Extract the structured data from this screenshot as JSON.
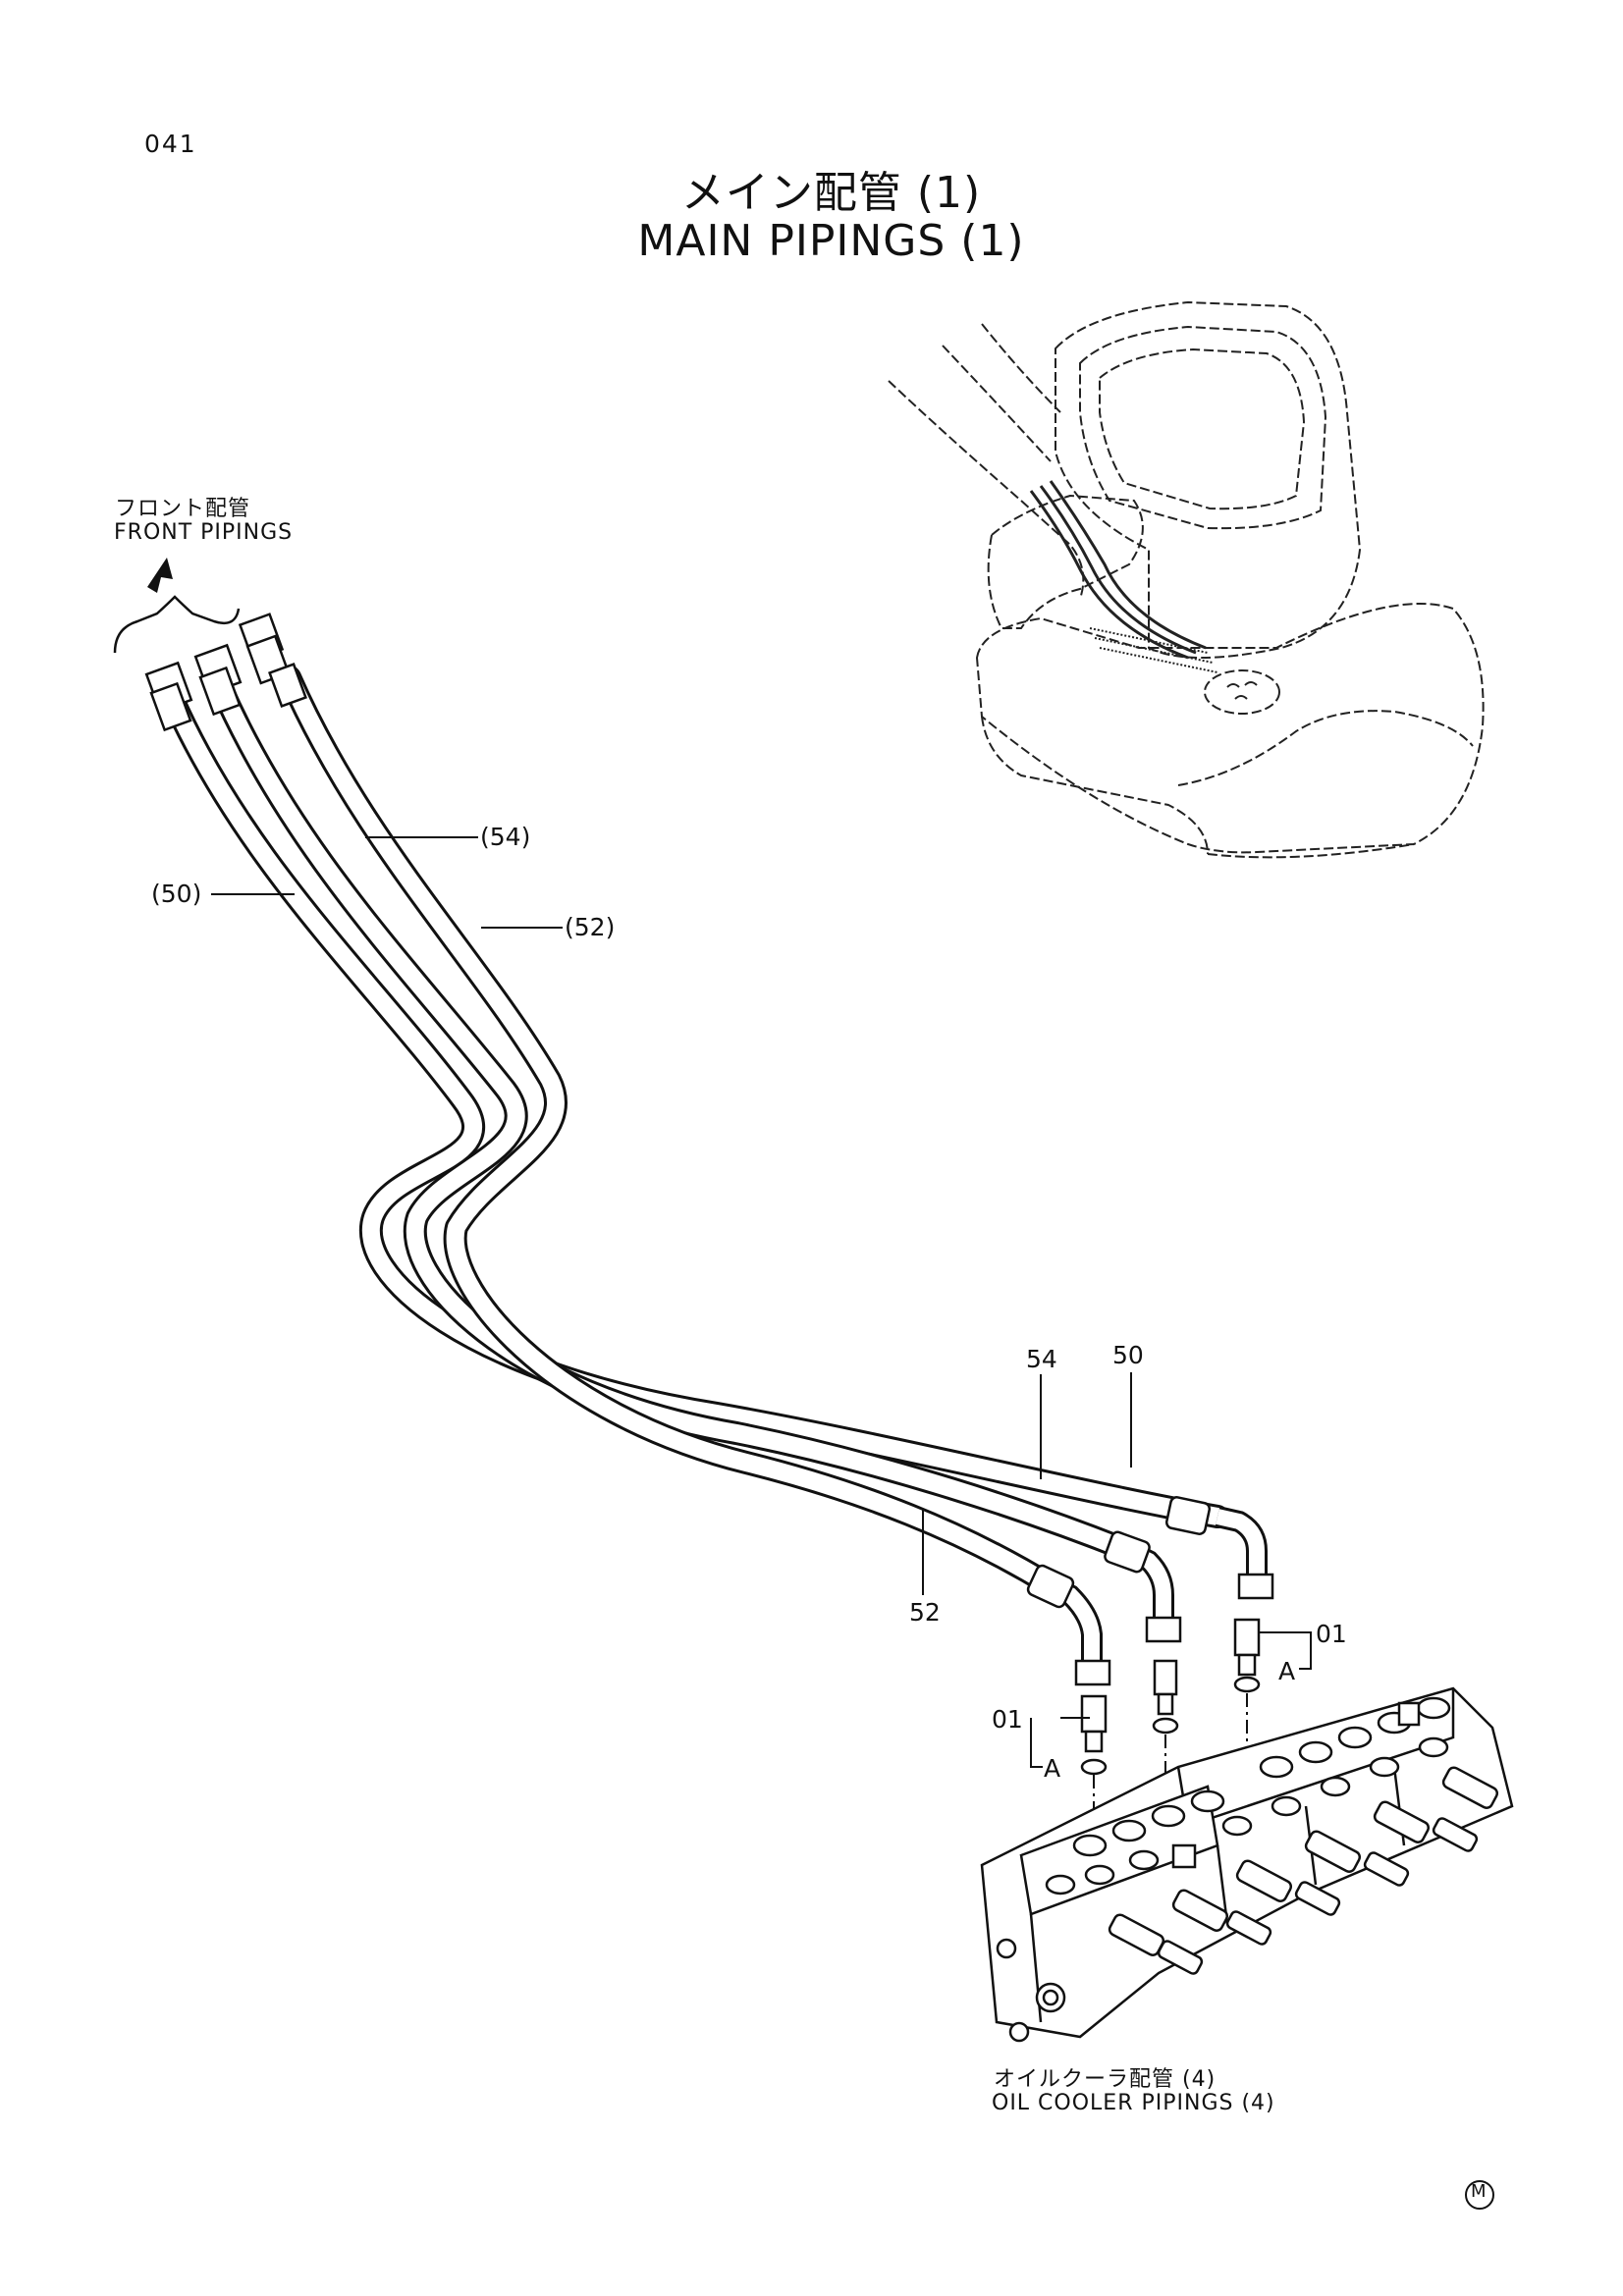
{
  "page_number": "041",
  "title_ja": "メイン配管 (1)",
  "title_en": "MAIN PIPINGS (1)",
  "front_pipings": {
    "ja": "フロント配管",
    "en": "FRONT PIPINGS"
  },
  "oil_cooler_pipings": {
    "ja": "オイルクーラ配管 (4)",
    "en": "OIL COOLER PIPINGS (4)"
  },
  "callouts": {
    "hose_54": "(54)",
    "hose_50": "(50)",
    "hose_52": "(52)",
    "part_54": "54",
    "part_50": "50",
    "part_52": "52",
    "fitting_01_right": "01",
    "fitting_01_left": "01",
    "detail_a_right": "A",
    "detail_a_left": "A"
  },
  "mark": "M"
}
